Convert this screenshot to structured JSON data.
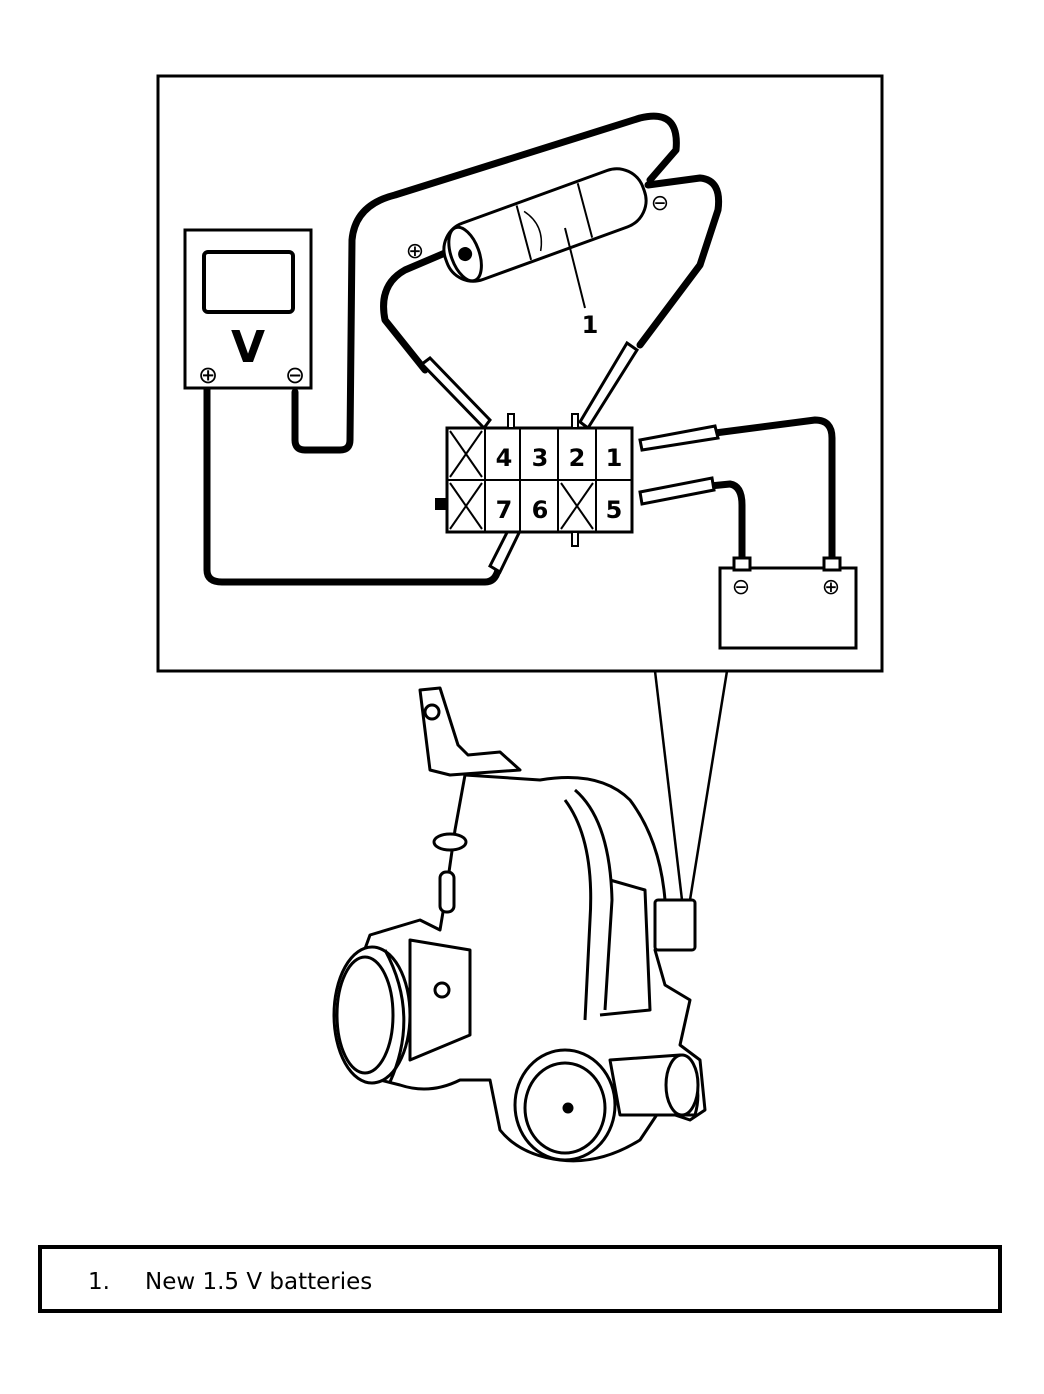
{
  "diagram": {
    "voltmeter": {
      "symbol": "V",
      "plus": "⊕",
      "minus": "⊖"
    },
    "battery_pack": {
      "callout": "1",
      "plus": "⊕",
      "minus": "⊖"
    },
    "car_battery": {
      "plus": "⊕",
      "minus": "⊖"
    },
    "connector": {
      "pins": [
        "4",
        "3",
        "2",
        "1",
        "7",
        "6",
        "5"
      ]
    }
  },
  "legend": {
    "items": [
      {
        "number": "1.",
        "text": "New 1.5 V batteries"
      }
    ]
  }
}
